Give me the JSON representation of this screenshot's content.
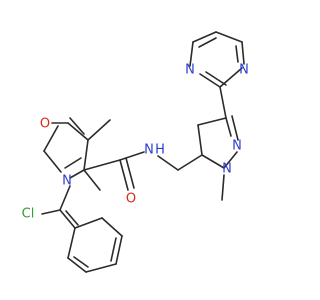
{
  "colors": {
    "carbon_bond": "#2b2b2b",
    "nitrogen": "#2d3dcf",
    "oxygen": "#e0261b",
    "chlorine": "#2ea02e",
    "hydrogen": "#2d3dcf"
  },
  "labels": {
    "isoxazole_o": "O",
    "isoxazole_n": "N",
    "amide_o": "O",
    "amide_nh": "N",
    "amide_h": "H",
    "pyrazole_n1": "N",
    "pyrazole_n2": "N",
    "pyrazine_n_top": "N",
    "pyrazine_n_left": "N",
    "chlorine": "Cl"
  }
}
